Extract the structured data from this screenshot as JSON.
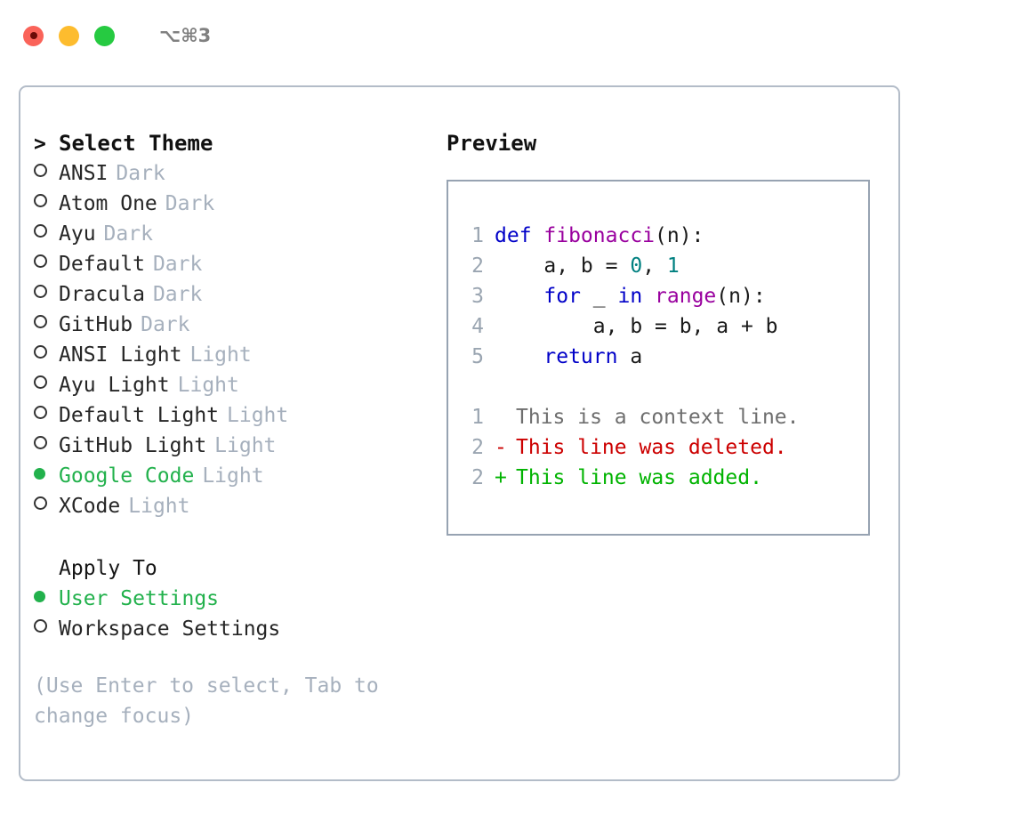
{
  "window": {
    "shortcut_label": "⌥⌘3",
    "traffic_lights": {
      "close_label": "close",
      "minimize_label": "minimize",
      "maximize_label": "maximize"
    }
  },
  "colors": {
    "accent_green": "#22b14c",
    "muted": "#a6b0bd",
    "border": "#b3bcc8",
    "preview_border": "#97a3b2",
    "keyword_blue": "#0000c8",
    "function_magenta": "#99009e",
    "number_teal": "#008080",
    "diff_add_green": "#00b300",
    "diff_del_red": "#cc0000",
    "diff_ctx_gray": "#6e6e6e",
    "lineno_gray": "#9aa5b1"
  },
  "theme_list": {
    "prompt": ">",
    "header": "Select Theme",
    "items": [
      {
        "marker": "ring",
        "name": "ANSI",
        "variant": "Dark",
        "selected": false
      },
      {
        "marker": "ring",
        "name": "Atom One",
        "variant": "Dark",
        "selected": false
      },
      {
        "marker": "ring",
        "name": "Ayu",
        "variant": "Dark",
        "selected": false
      },
      {
        "marker": "ring",
        "name": "Default",
        "variant": "Dark",
        "selected": false
      },
      {
        "marker": "ring",
        "name": "Dracula",
        "variant": "Dark",
        "selected": false
      },
      {
        "marker": "ring",
        "name": "GitHub",
        "variant": "Dark",
        "selected": false
      },
      {
        "marker": "ring",
        "name": "ANSI Light",
        "variant": "Light",
        "selected": false
      },
      {
        "marker": "ring",
        "name": "Ayu Light",
        "variant": "Light",
        "selected": false
      },
      {
        "marker": "ring",
        "name": "Default Light",
        "variant": "Light",
        "selected": false
      },
      {
        "marker": "ring",
        "name": "GitHub Light",
        "variant": "Light",
        "selected": false
      },
      {
        "marker": "dot",
        "name": "Google Code",
        "variant": "Light",
        "selected": true
      },
      {
        "marker": "ring",
        "name": "XCode",
        "variant": "Light",
        "selected": false
      }
    ]
  },
  "apply_to": {
    "header": "Apply To",
    "options": [
      {
        "marker": "dot",
        "label": "User Settings",
        "selected": true
      },
      {
        "marker": "ring",
        "label": "Workspace Settings",
        "selected": false
      }
    ]
  },
  "hint": "(Use Enter to select, Tab to change focus)",
  "preview": {
    "header": "Preview",
    "code_lines": [
      {
        "lineno": "1",
        "tokens": [
          {
            "text": "def ",
            "type": "kw"
          },
          {
            "text": "fibonacci",
            "type": "fn"
          },
          {
            "text": "(n):",
            "type": "plain"
          }
        ]
      },
      {
        "lineno": "2",
        "tokens": [
          {
            "text": "    a, b = ",
            "type": "plain"
          },
          {
            "text": "0",
            "type": "num"
          },
          {
            "text": ", ",
            "type": "plain"
          },
          {
            "text": "1",
            "type": "num"
          }
        ]
      },
      {
        "lineno": "3",
        "tokens": [
          {
            "text": "    ",
            "type": "plain"
          },
          {
            "text": "for",
            "type": "kw"
          },
          {
            "text": " _ ",
            "type": "plain"
          },
          {
            "text": "in",
            "type": "kw"
          },
          {
            "text": " ",
            "type": "plain"
          },
          {
            "text": "range",
            "type": "fn"
          },
          {
            "text": "(n):",
            "type": "plain"
          }
        ]
      },
      {
        "lineno": "4",
        "tokens": [
          {
            "text": "        a, b = b, a + b",
            "type": "plain"
          }
        ]
      },
      {
        "lineno": "5",
        "tokens": [
          {
            "text": "    ",
            "type": "plain"
          },
          {
            "text": "return",
            "type": "kw"
          },
          {
            "text": " a",
            "type": "plain"
          }
        ]
      }
    ],
    "diff_lines": [
      {
        "lineno": "1",
        "sign": " ",
        "text": "This is a context line.",
        "type": "ctx"
      },
      {
        "lineno": "2",
        "sign": "-",
        "text": "This line was deleted.",
        "type": "del"
      },
      {
        "lineno": "2",
        "sign": "+",
        "text": "This line was added.",
        "type": "add"
      }
    ]
  }
}
